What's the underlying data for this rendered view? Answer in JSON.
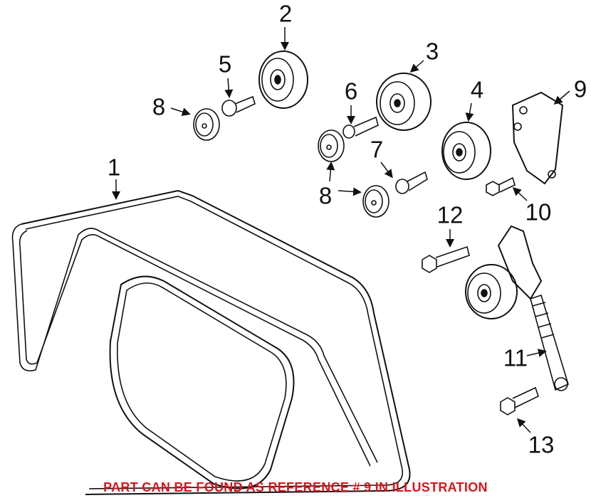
{
  "diagram": {
    "callouts": [
      {
        "id": "1",
        "label": "1"
      },
      {
        "id": "2",
        "label": "2"
      },
      {
        "id": "3",
        "label": "3"
      },
      {
        "id": "4",
        "label": "4"
      },
      {
        "id": "5",
        "label": "5"
      },
      {
        "id": "6",
        "label": "6"
      },
      {
        "id": "7",
        "label": "7"
      },
      {
        "id": "8a",
        "label": "8"
      },
      {
        "id": "8b",
        "label": "8"
      },
      {
        "id": "9",
        "label": "9"
      },
      {
        "id": "10",
        "label": "10"
      },
      {
        "id": "11",
        "label": "11"
      },
      {
        "id": "12",
        "label": "12"
      },
      {
        "id": "13",
        "label": "13"
      }
    ],
    "note": "PART CAN BE FOUND AS REFERENCE # 9 IN ILLUSTRATION",
    "note_color": "#d7161b"
  }
}
